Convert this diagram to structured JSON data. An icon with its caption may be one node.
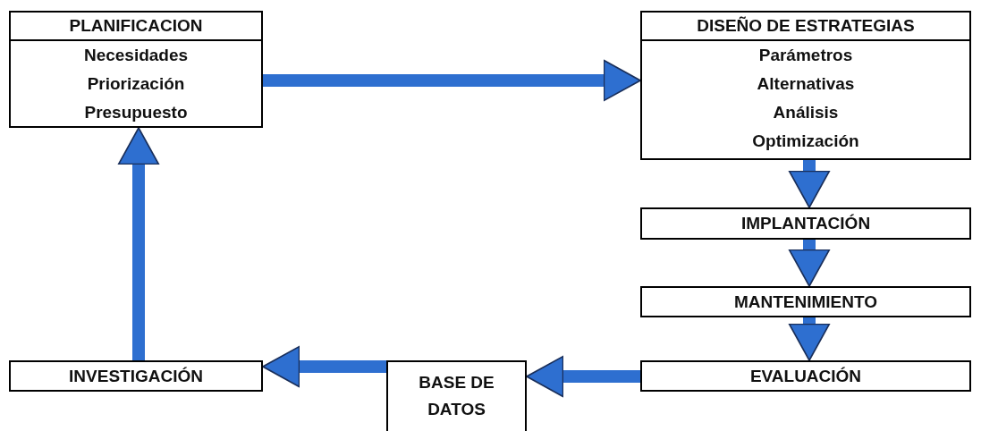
{
  "diagram": {
    "nodes": [
      {
        "text": [
          "PLANIFICACION",
          "Necesidades",
          "Priorización",
          "Presupuesto"
        ]
      },
      {
        "text": [
          "DISEÑO DE ESTRATEGIAS",
          "Parámetros",
          "Alternativas",
          "Análisis",
          "Optimización"
        ]
      },
      {
        "text": [
          "IMPLANTACIÓN"
        ]
      },
      {
        "text": [
          "MANTENIMIENTO"
        ]
      },
      {
        "text": [
          "EVALUACIÓN"
        ]
      },
      {
        "text": [
          "BASE DE DATOS"
        ]
      },
      {
        "text": [
          "INVESTIGACIÓN"
        ]
      }
    ],
    "edges": [
      {
        "from": 0,
        "to": 1,
        "arrow": "to"
      },
      {
        "from": 1,
        "to": 2,
        "arrow": "to"
      },
      {
        "from": 2,
        "to": 3,
        "arrow": "to"
      },
      {
        "from": 3,
        "to": 4,
        "arrow": "to"
      },
      {
        "from": 4,
        "to": 5,
        "arrow": "to"
      },
      {
        "from": 5,
        "to": 6,
        "arrow": "to"
      },
      {
        "from": 6,
        "to": 0,
        "arrow": "to"
      }
    ]
  }
}
